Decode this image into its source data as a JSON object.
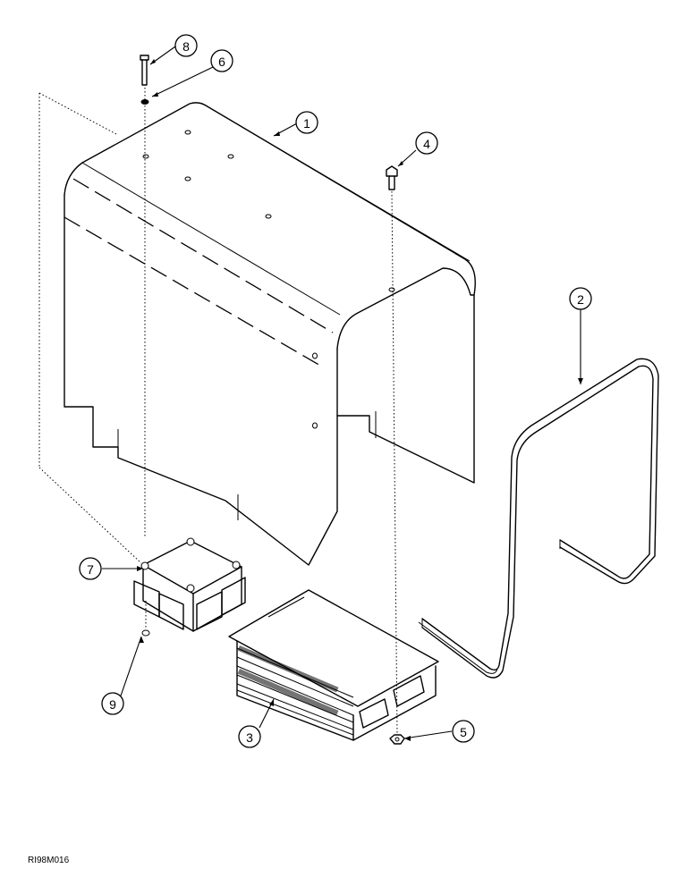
{
  "callouts": [
    "1",
    "2",
    "3",
    "4",
    "5",
    "6",
    "7",
    "8",
    "9"
  ],
  "drawing_id": "RI98M016"
}
